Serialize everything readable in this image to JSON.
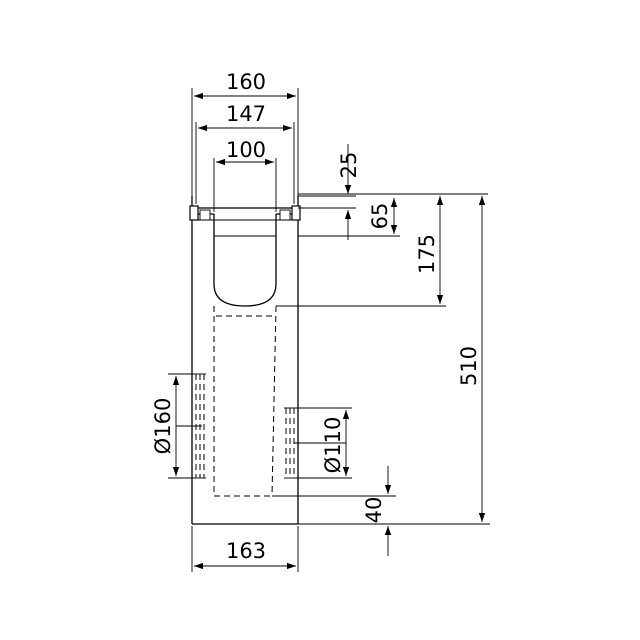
{
  "dimensions": {
    "outer_width_top": "160",
    "inner_width_top": "147",
    "channel_width": "100",
    "grate_depth": "25",
    "frame_depth": "65",
    "channel_depth": "175",
    "total_height": "510",
    "left_outlet_diameter": "Ø160",
    "right_outlet_diameter": "Ø110",
    "base_thickness": "40",
    "base_width": "163"
  },
  "colors": {
    "line": "#000000",
    "background": "#ffffff"
  }
}
